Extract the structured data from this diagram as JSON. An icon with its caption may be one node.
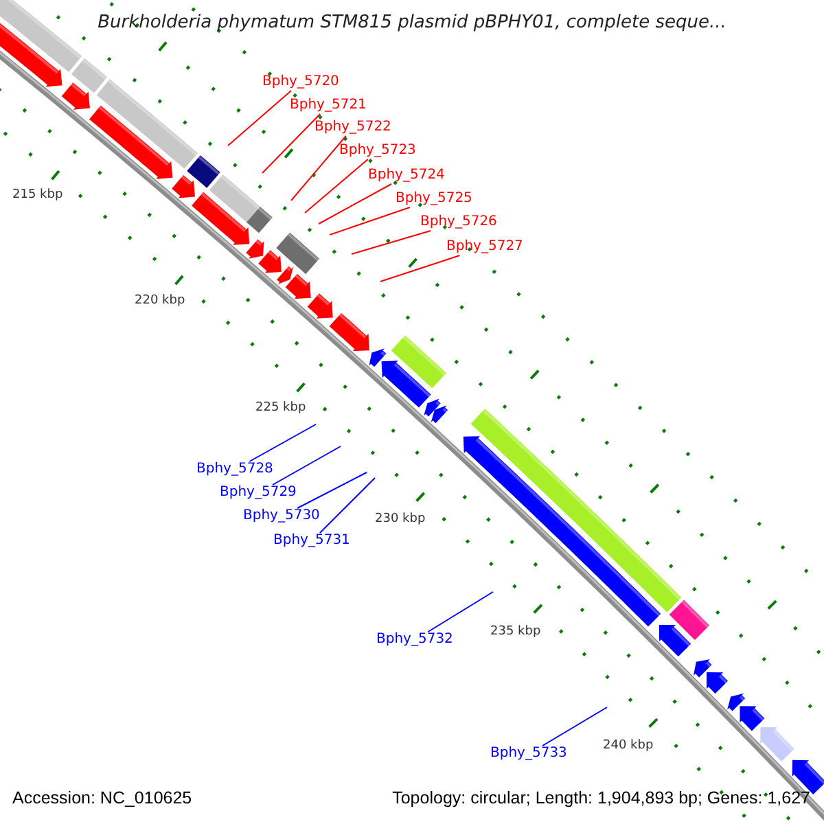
{
  "diagram": {
    "title": "Burkholderia phymatum STM815 plasmid pBPHY01, complete seque...",
    "nodes": [
      {
        "text": [
          "Bphy_5720"
        ]
      },
      {
        "text": [
          "Bphy_5721"
        ]
      },
      {
        "text": [
          "Bphy_5722"
        ]
      },
      {
        "text": [
          "Bphy_5723"
        ]
      },
      {
        "text": [
          "Bphy_5724"
        ]
      },
      {
        "text": [
          "Bphy_5725"
        ]
      },
      {
        "text": [
          "Bphy_5726"
        ]
      },
      {
        "text": [
          "Bphy_5727"
        ]
      },
      {
        "text": [
          "Bphy_5728"
        ]
      },
      {
        "text": [
          "Bphy_5729"
        ]
      },
      {
        "text": [
          "Bphy_5730"
        ]
      },
      {
        "text": [
          "Bphy_5731"
        ]
      },
      {
        "text": [
          "Bphy_5732"
        ]
      },
      {
        "text": [
          "Bphy_5733"
        ]
      }
    ],
    "edges": [
      {
        "from": 0,
        "to": null,
        "arrow": "none"
      },
      {
        "from": 1,
        "to": null,
        "arrow": "none"
      },
      {
        "from": 2,
        "to": null,
        "arrow": "none"
      },
      {
        "from": 3,
        "to": null,
        "arrow": "none"
      },
      {
        "from": 4,
        "to": null,
        "arrow": "none"
      },
      {
        "from": 5,
        "to": null,
        "arrow": "none"
      },
      {
        "from": 6,
        "to": null,
        "arrow": "none"
      },
      {
        "from": 7,
        "to": null,
        "arrow": "none"
      },
      {
        "from": 8,
        "to": null,
        "arrow": "none",
        "color": "#0000ff"
      },
      {
        "from": 9,
        "to": null,
        "arrow": "none",
        "color": "#0000ff"
      },
      {
        "from": 10,
        "to": null,
        "arrow": "none",
        "color": "#0000ff"
      },
      {
        "from": 11,
        "to": null,
        "arrow": "none",
        "color": "#0000ff"
      },
      {
        "from": 12,
        "to": null,
        "arrow": "none",
        "color": "#0000ff"
      },
      {
        "from": 13,
        "to": null,
        "arrow": "none",
        "color": "#0000ff"
      }
    ],
    "labels": [
      "215 kbp",
      "220 kbp",
      "225 kbp",
      "230 kbp",
      "235 kbp",
      "240 kbp",
      "Accession: NC_010625",
      "Topology: circular; Length: 1,904,893 bp; Genes: 1,627"
    ]
  }
}
